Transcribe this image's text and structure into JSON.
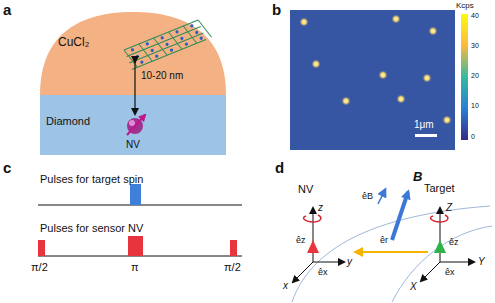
{
  "diagram": {
    "nodes": [
      {
        "text": [
          "CuCl₂"
        ]
      },
      {
        "text": [
          "Diamond"
        ]
      }
    ],
    "labels": [
      "a",
      "10-20 nm",
      "NV",
      "b",
      "Kcps",
      "40",
      "30",
      "20",
      "10",
      "0",
      "1μm",
      "c",
      "Pulses for target spin",
      "Pulses for sensor NV",
      "π/2",
      "π",
      "π/2",
      "d",
      "NV",
      "Target",
      "B",
      "êB",
      "êr",
      "z",
      "x",
      "y",
      "êz",
      "êx",
      "Z",
      "X",
      "Y",
      "êz",
      "êx"
    ]
  }
}
